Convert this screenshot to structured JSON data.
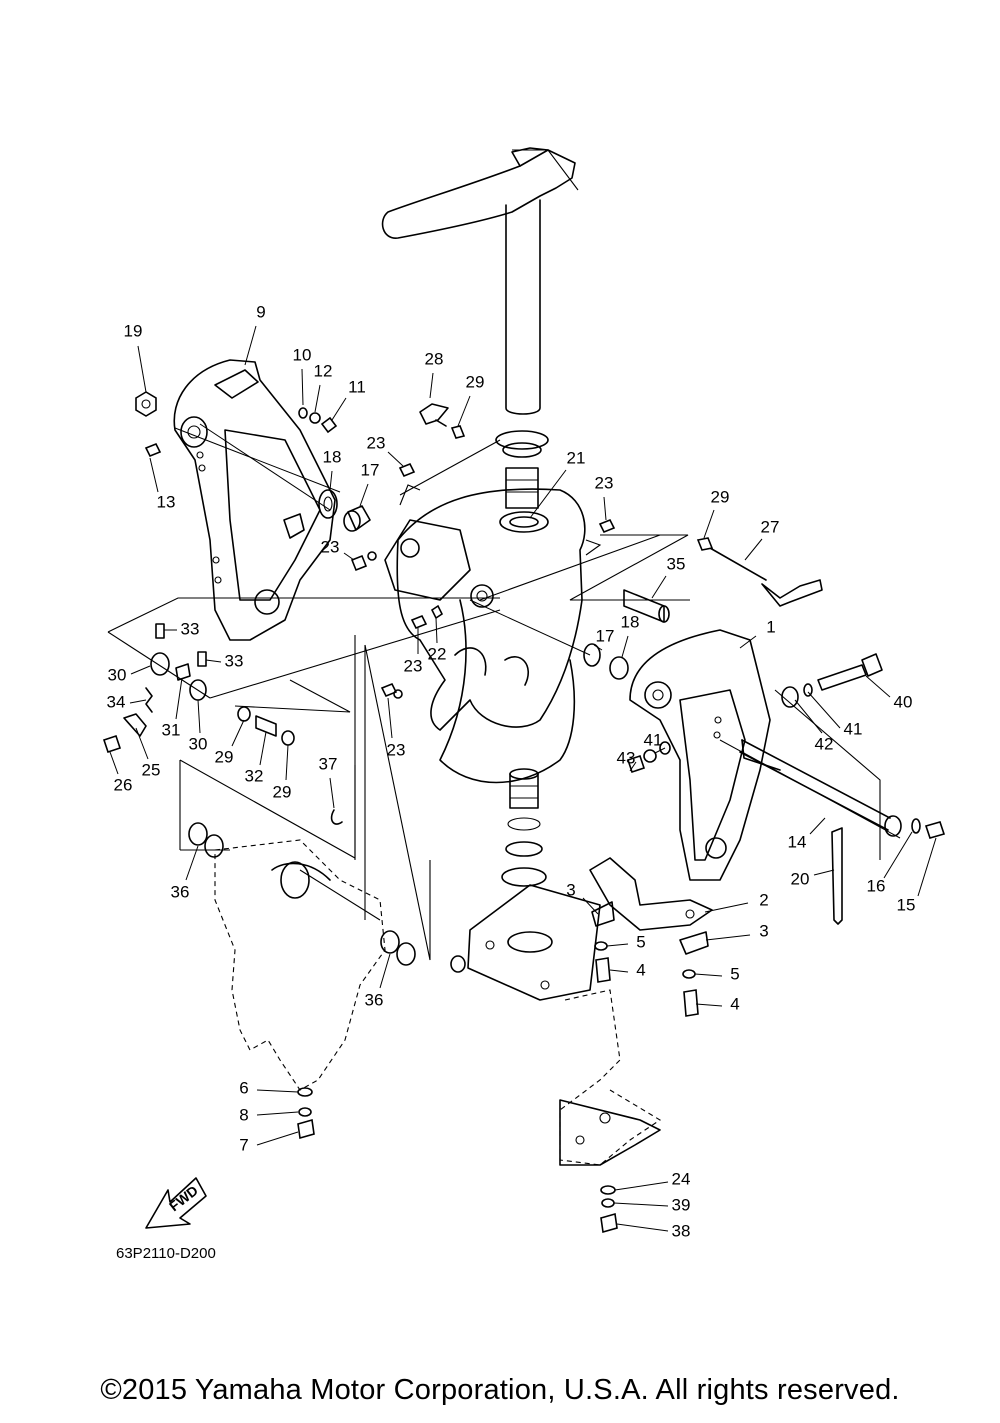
{
  "diagram": {
    "part_code": "63P2110-D200",
    "fwd_label": "FWD",
    "callouts": [
      {
        "id": "c1",
        "label": "1"
      },
      {
        "id": "c2",
        "label": "2"
      },
      {
        "id": "c3a",
        "label": "3"
      },
      {
        "id": "c3b",
        "label": "3"
      },
      {
        "id": "c4a",
        "label": "4"
      },
      {
        "id": "c4b",
        "label": "4"
      },
      {
        "id": "c5a",
        "label": "5"
      },
      {
        "id": "c5b",
        "label": "5"
      },
      {
        "id": "c6",
        "label": "6"
      },
      {
        "id": "c7",
        "label": "7"
      },
      {
        "id": "c8",
        "label": "8"
      },
      {
        "id": "c9",
        "label": "9"
      },
      {
        "id": "c10",
        "label": "10"
      },
      {
        "id": "c11",
        "label": "11"
      },
      {
        "id": "c12",
        "label": "12"
      },
      {
        "id": "c13",
        "label": "13"
      },
      {
        "id": "c14",
        "label": "14"
      },
      {
        "id": "c15",
        "label": "15"
      },
      {
        "id": "c16",
        "label": "16"
      },
      {
        "id": "c17a",
        "label": "17"
      },
      {
        "id": "c17b",
        "label": "17"
      },
      {
        "id": "c18a",
        "label": "18"
      },
      {
        "id": "c18b",
        "label": "18"
      },
      {
        "id": "c19",
        "label": "19"
      },
      {
        "id": "c20",
        "label": "20"
      },
      {
        "id": "c21",
        "label": "21"
      },
      {
        "id": "c22",
        "label": "22"
      },
      {
        "id": "c23a",
        "label": "23"
      },
      {
        "id": "c23b",
        "label": "23"
      },
      {
        "id": "c23c",
        "label": "23"
      },
      {
        "id": "c23d",
        "label": "23"
      },
      {
        "id": "c23e",
        "label": "23"
      },
      {
        "id": "c24",
        "label": "24"
      },
      {
        "id": "c25",
        "label": "25"
      },
      {
        "id": "c26",
        "label": "26"
      },
      {
        "id": "c27",
        "label": "27"
      },
      {
        "id": "c28",
        "label": "28"
      },
      {
        "id": "c29a",
        "label": "29"
      },
      {
        "id": "c29b",
        "label": "29"
      },
      {
        "id": "c29c",
        "label": "29"
      },
      {
        "id": "c29d",
        "label": "29"
      },
      {
        "id": "c30a",
        "label": "30"
      },
      {
        "id": "c30b",
        "label": "30"
      },
      {
        "id": "c31",
        "label": "31"
      },
      {
        "id": "c32",
        "label": "32"
      },
      {
        "id": "c33a",
        "label": "33"
      },
      {
        "id": "c33b",
        "label": "33"
      },
      {
        "id": "c34",
        "label": "34"
      },
      {
        "id": "c35",
        "label": "35"
      },
      {
        "id": "c36a",
        "label": "36"
      },
      {
        "id": "c36b",
        "label": "36"
      },
      {
        "id": "c37",
        "label": "37"
      },
      {
        "id": "c38",
        "label": "38"
      },
      {
        "id": "c39",
        "label": "39"
      },
      {
        "id": "c40",
        "label": "40"
      },
      {
        "id": "c41a",
        "label": "41"
      },
      {
        "id": "c41b",
        "label": "41"
      },
      {
        "id": "c42",
        "label": "42"
      },
      {
        "id": "c43",
        "label": "43"
      }
    ]
  },
  "footer": {
    "copyright": "©2015 Yamaha Motor Corporation, U.S.A. All rights reserved."
  }
}
